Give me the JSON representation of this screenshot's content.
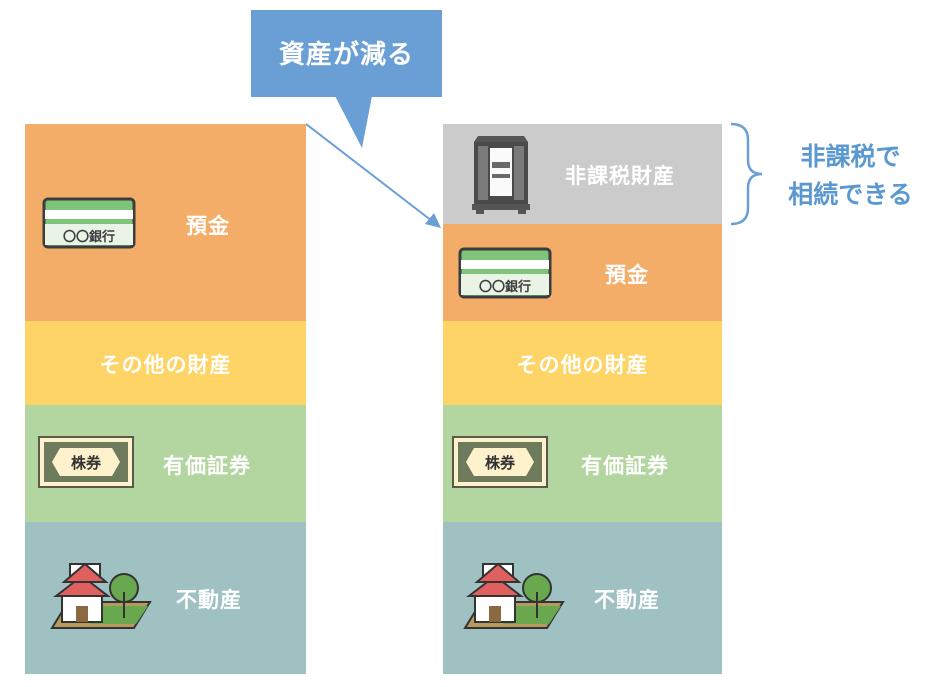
{
  "colors": {
    "deposit": "#f4ad68",
    "other": "#fed466",
    "securities": "#b3d5a0",
    "realestate": "#9fc1c2",
    "nontaxable": "#cbcbcb",
    "accent": "#6a9fd6"
  },
  "callout": {
    "text": "資産が減る"
  },
  "left_column": {
    "deposit": {
      "label": "預金",
      "icon": "bank-card-icon",
      "card_text": "〇〇銀行"
    },
    "other": {
      "label": "その他の財産"
    },
    "securities": {
      "label": "有価証券",
      "icon": "stock-certificate-icon",
      "cert_text": "株券"
    },
    "realestate": {
      "label": "不動産",
      "icon": "house-icon"
    }
  },
  "right_column": {
    "nontaxable": {
      "label": "非課税財産",
      "icon": "butsudan-icon"
    },
    "deposit": {
      "label": "預金",
      "icon": "bank-card-icon",
      "card_text": "〇〇銀行"
    },
    "other": {
      "label": "その他の財産"
    },
    "securities": {
      "label": "有価証券",
      "icon": "stock-certificate-icon",
      "cert_text": "株券"
    },
    "realestate": {
      "label": "不動産",
      "icon": "house-icon"
    }
  },
  "side_note": {
    "line1": "非課税で",
    "line2": "相続できる"
  }
}
